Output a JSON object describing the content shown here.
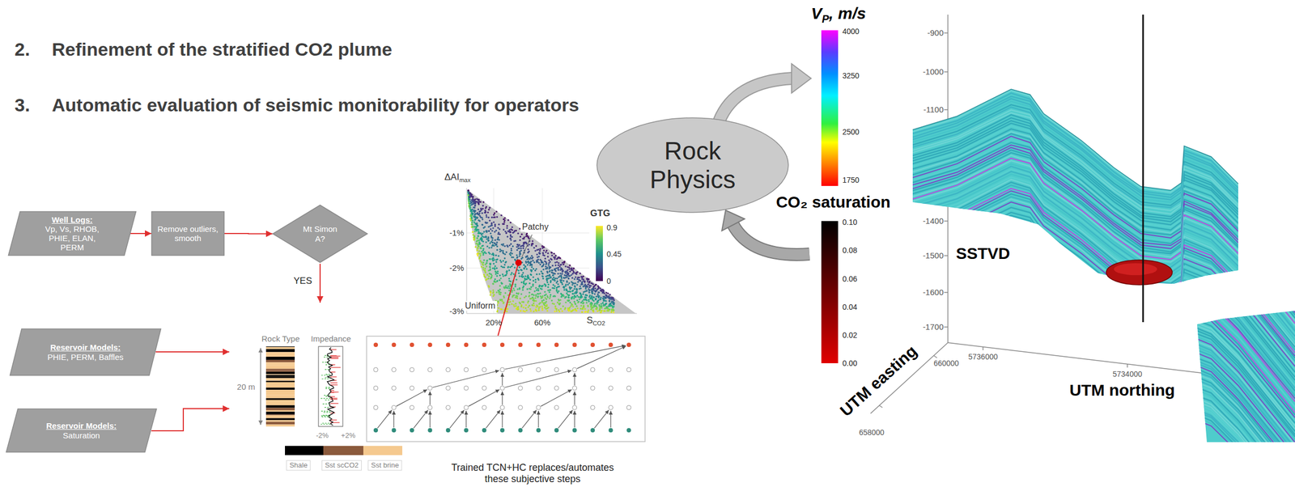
{
  "diagram": {
    "nodes": [
      {
        "text": [
          "Well Logs:",
          "Vp, Vs, RHOB, PHIE, ELAN, PERM"
        ]
      },
      {
        "text": [
          "Remove outliers, smooth"
        ]
      },
      {
        "text": [
          "Mt Simon A?"
        ]
      },
      {
        "text": [
          "Reservoir Models:",
          "PHIE, PERM, Baffles"
        ]
      },
      {
        "text": [
          "Reservoir Models:",
          "Saturation"
        ]
      },
      {
        "text": [
          "Rock Physics"
        ]
      }
    ],
    "edges": [
      {
        "from": 0,
        "to": 1,
        "arrow": "to"
      },
      {
        "from": 1,
        "to": 2,
        "arrow": "to"
      }
    ],
    "labels": [
      "2.",
      "Refinement of the stratified CO2 plume",
      "3.",
      "Automatic evaluation of seismic monitorability for operators",
      "YES",
      "Rock Type",
      "Impedance",
      "20 m",
      "-2%",
      "+2%",
      "Trained TCN+HC replaces/automates these subjective steps",
      "ΔAI",
      "max",
      "-1%",
      "-2%",
      "-3%",
      "20%",
      "60%",
      "S",
      "CO2",
      "Patchy",
      "Uniform",
      "GTG",
      "0.9",
      "0.45",
      "0",
      "V",
      "P",
      ", m/s",
      "4000",
      "3250",
      "2500",
      "1750",
      "CO₂ saturation",
      "0.10",
      "0.08",
      "0.06",
      "0.04",
      "0.02",
      "0.00",
      "-900",
      "-1000",
      "-1100",
      "-1400",
      "-1500",
      "-1600",
      "-1700",
      "SSTVD",
      "UTM easting",
      "660000",
      "658000",
      "5736000",
      "5734000",
      "UTM northing"
    ],
    "legend": [
      {
        "text": "Shale",
        "color": "#000000"
      },
      {
        "text": "Sst scCO2",
        "color": "#8b5a3c"
      },
      {
        "text": "Sst brine",
        "color": "#f5c98f"
      }
    ]
  }
}
